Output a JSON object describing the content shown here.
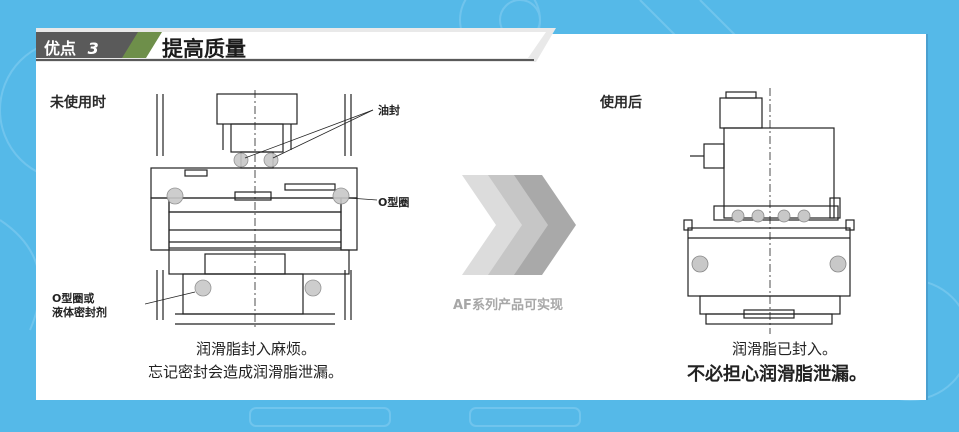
{
  "colors": {
    "background": "#55b9e8",
    "banner_dark": "#5a5a5a",
    "badge_green": "#6e8f4a",
    "chevron_gray": "#b7b7b7",
    "line": "#222222"
  },
  "header": {
    "badge_text": "优点",
    "badge_number": "3",
    "title": "提高质量"
  },
  "before": {
    "heading": "未使用时",
    "callout_oil_seal": "油封",
    "callout_o_ring": "O型圈",
    "callout_o_ring_or": "O型圈或",
    "callout_liquid_seal": "液体密封剂",
    "caption_line1": "润滑脂封入麻烦。",
    "caption_line2": "忘记密封会造成润滑脂泄漏。"
  },
  "transition": {
    "label": "AF系列产品可实现"
  },
  "after": {
    "heading": "使用后",
    "caption_line1": "润滑脂已封入。",
    "caption_line2": "不必担心润滑脂泄漏。"
  }
}
